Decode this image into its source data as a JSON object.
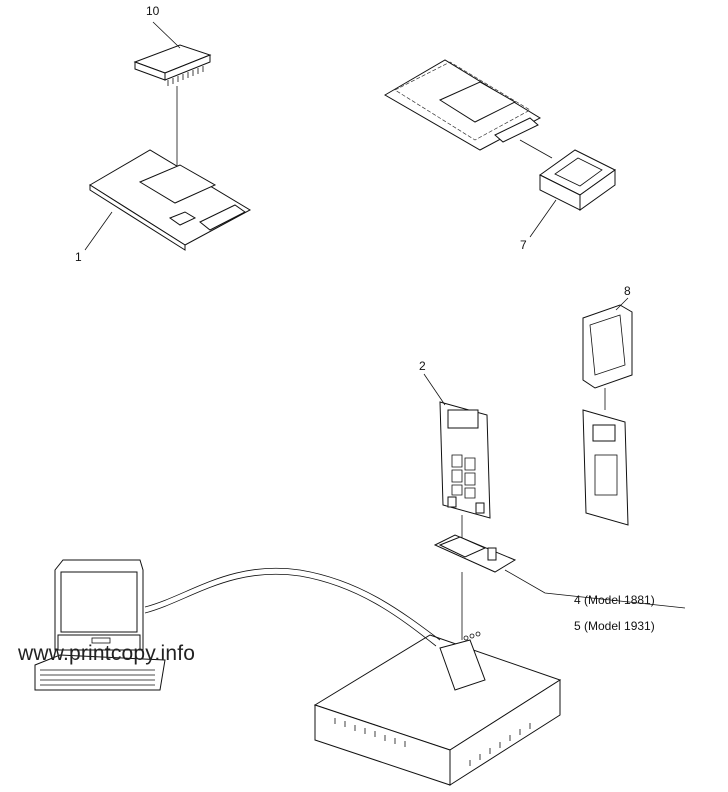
{
  "callouts": {
    "part_10": "10",
    "part_1": "1",
    "part_7": "7",
    "part_8": "8",
    "part_2": "2",
    "part_4": "4 (Model 1881)",
    "part_5": "5 (Model 1931)"
  },
  "watermark": "www.printcopy.info"
}
